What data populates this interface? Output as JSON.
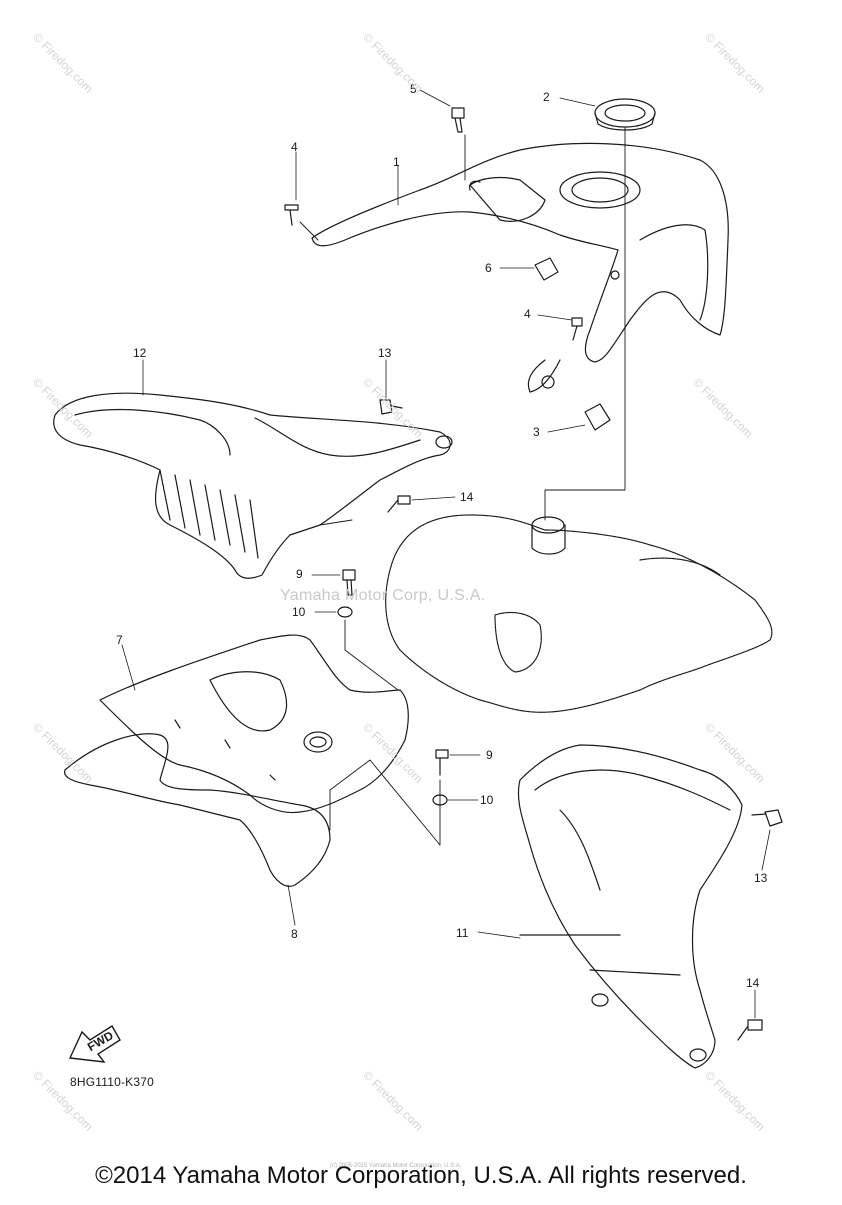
{
  "diagram": {
    "callouts": [
      "1",
      "2",
      "3",
      "4",
      "4",
      "5",
      "6",
      "7",
      "8",
      "9",
      "9",
      "10",
      "10",
      "11",
      "12",
      "13",
      "13",
      "14",
      "14"
    ],
    "part_code": "8HG1110-K370",
    "fwd_label": "FWD",
    "center_watermark": "Yamaha Motor Corp, U.S.A.",
    "corner_watermark": "© Firedog.com",
    "small_print": "(c) 2005-2015 Yamaha Motor Corporation, U.S.A.",
    "copyright": "©2014 Yamaha Motor Corporation, U.S.A. All rights reserved."
  },
  "colors": {
    "ink": "#1a1a1a",
    "watermark": "#c8c8c8"
  }
}
